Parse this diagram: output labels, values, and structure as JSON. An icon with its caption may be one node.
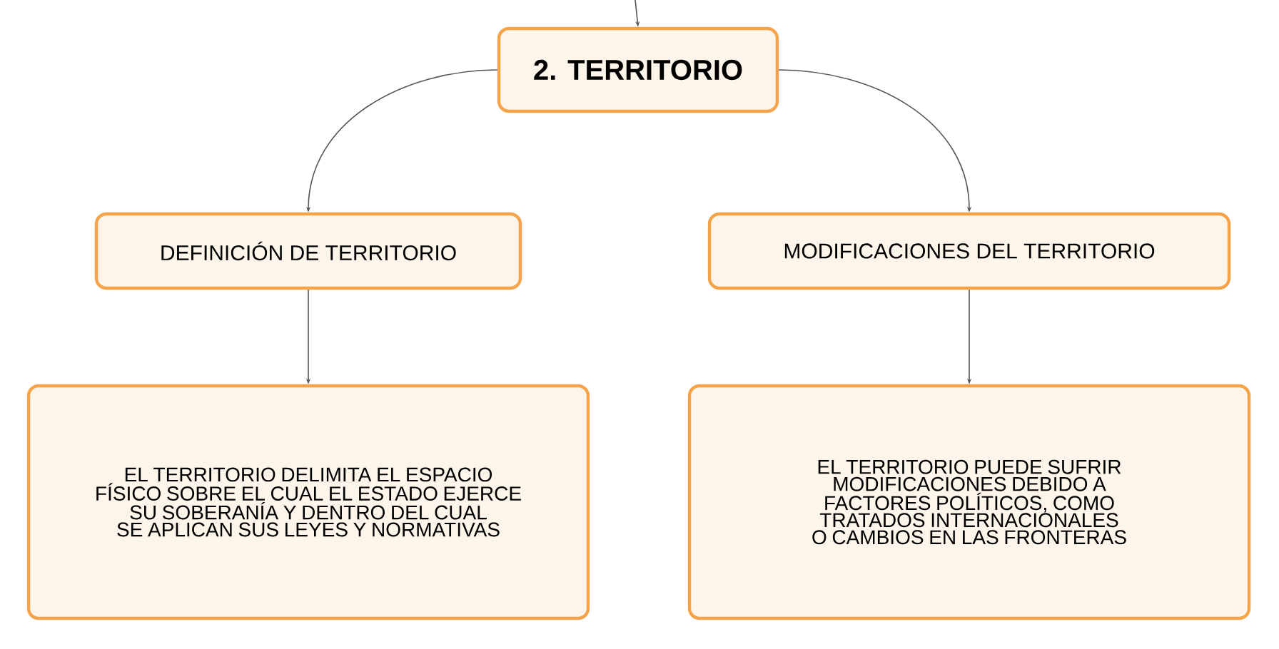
{
  "diagram": {
    "nodes": [
      {
        "text": [
          "2. TERRITORIO"
        ]
      },
      {
        "text": [
          "DEFINICIÓN DE TERRITORIO"
        ]
      },
      {
        "text": [
          "MODIFICACIONES DEL TERRITORIO"
        ]
      },
      {
        "text": [
          "EL TERRITORIO DELIMITA EL ESPACIO FÍSICO SOBRE EL CUAL EL ESTADO EJERCE SU SOBERANÍA Y DENTRO DEL CUAL SE APLICAN SUS LEYES Y NORMATIVAS"
        ]
      },
      {
        "text": [
          "EL TERRITORIO PUEDE SUFRIR MODIFICACIONES DEBIDO A FACTORES POLÍTICOS, COMO TRATADOS INTERNACIONALES O CAMBIOS EN LAS FRONTERAS"
        ]
      }
    ],
    "edges": [
      {
        "from": null,
        "to": 0,
        "arrow": "to"
      },
      {
        "from": 0,
        "to": 1,
        "arrow": "to"
      },
      {
        "from": 0,
        "to": 2,
        "arrow": "to"
      },
      {
        "from": 1,
        "to": 3,
        "arrow": "to"
      },
      {
        "from": 2,
        "to": 4,
        "arrow": "to"
      }
    ]
  }
}
